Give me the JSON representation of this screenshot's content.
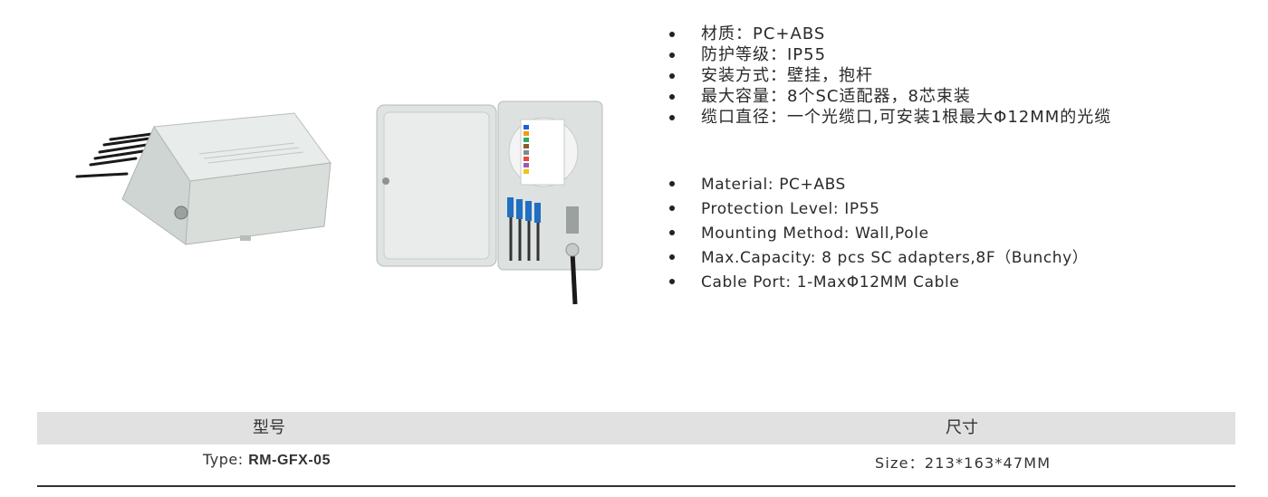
{
  "specs_cn": [
    "材质：PC+ABS",
    "防护等级：IP55",
    "安装方式：壁挂，抱杆",
    "最大容量：8个SC适配器，8芯束装",
    "缆口直径：一个光缆口,可安装1根最大Φ12MM的光缆"
  ],
  "specs_en": [
    "Material: PC+ABS",
    "Protection Level: IP55",
    "Mounting Method: Wall,Pole",
    "Max.Capacity: 8 pcs SC adapters,8F（Bunchy）",
    "Cable Port: 1-MaxΦ12MM Cable"
  ],
  "table": {
    "col_type_header": "型号",
    "col_size_header": "尺寸",
    "type_prefix": "Type: ",
    "type_value": "RM-GFX-05",
    "size_value": "Size：213*163*47MM"
  },
  "colors": {
    "table_header_bg": "#e1e1e1",
    "box_body": "#dfe3e2",
    "rule": "#333333"
  }
}
